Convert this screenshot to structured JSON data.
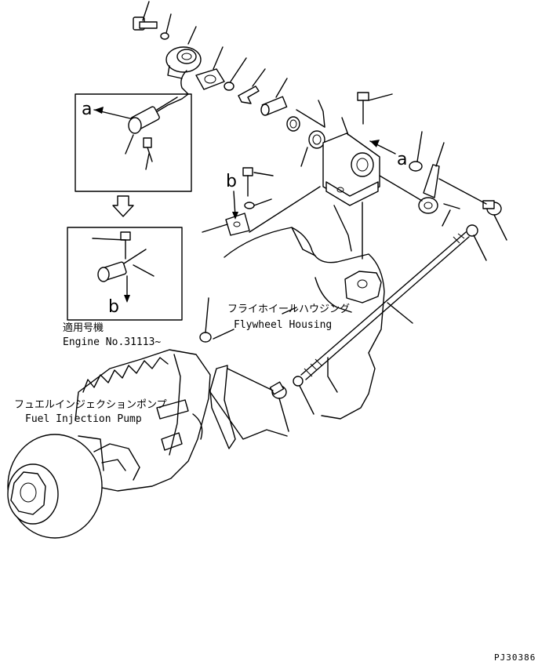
{
  "callouts": {
    "a": "a",
    "b": "b"
  },
  "applicability": {
    "label_jp": "適用号機",
    "engine_no": "Engine No.31113~"
  },
  "components": {
    "flywheel_housing_jp": "フライホイールハウジング",
    "flywheel_housing_en": "Flywheel Housing",
    "fuel_injection_pump_jp": "フュエルインジェクションポンプ",
    "fuel_injection_pump_en": "Fuel Injection Pump"
  },
  "drawing_code": "PJ30386"
}
